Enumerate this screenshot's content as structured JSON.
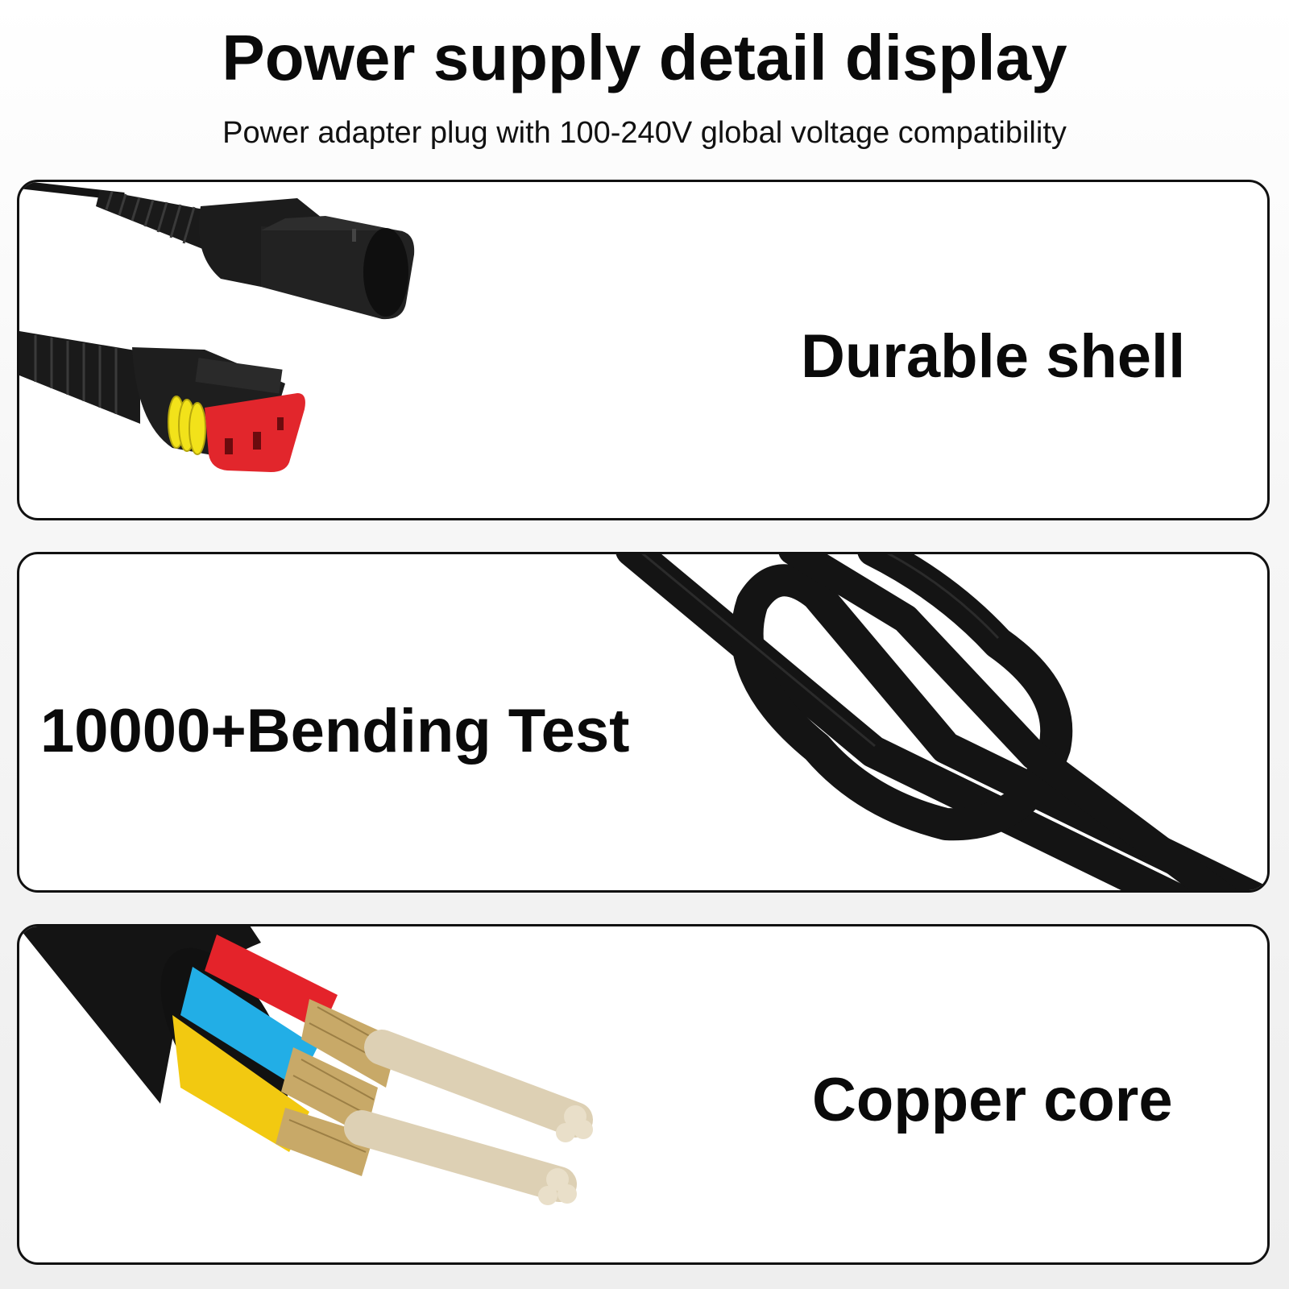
{
  "header": {
    "title": "Power supply detail display",
    "subtitle": "Power adapter plug with 100-240V global voltage compatibility"
  },
  "panels": [
    {
      "label": "Durable shell",
      "illustration": "connector-plug-icon"
    },
    {
      "label": "10000+Bending Test",
      "illustration": "knotted-cable-icon"
    },
    {
      "label": "Copper core",
      "illustration": "copper-wire-core-icon"
    }
  ],
  "colors": {
    "cable": "#141414",
    "connector_red": "#e2262c",
    "seal_yellow": "#f2e21a",
    "wire_red": "#e4232a",
    "wire_blue": "#22aee6",
    "wire_yellow": "#f2c911",
    "copper": "#c8a968",
    "strand": "#ddd0b4"
  }
}
